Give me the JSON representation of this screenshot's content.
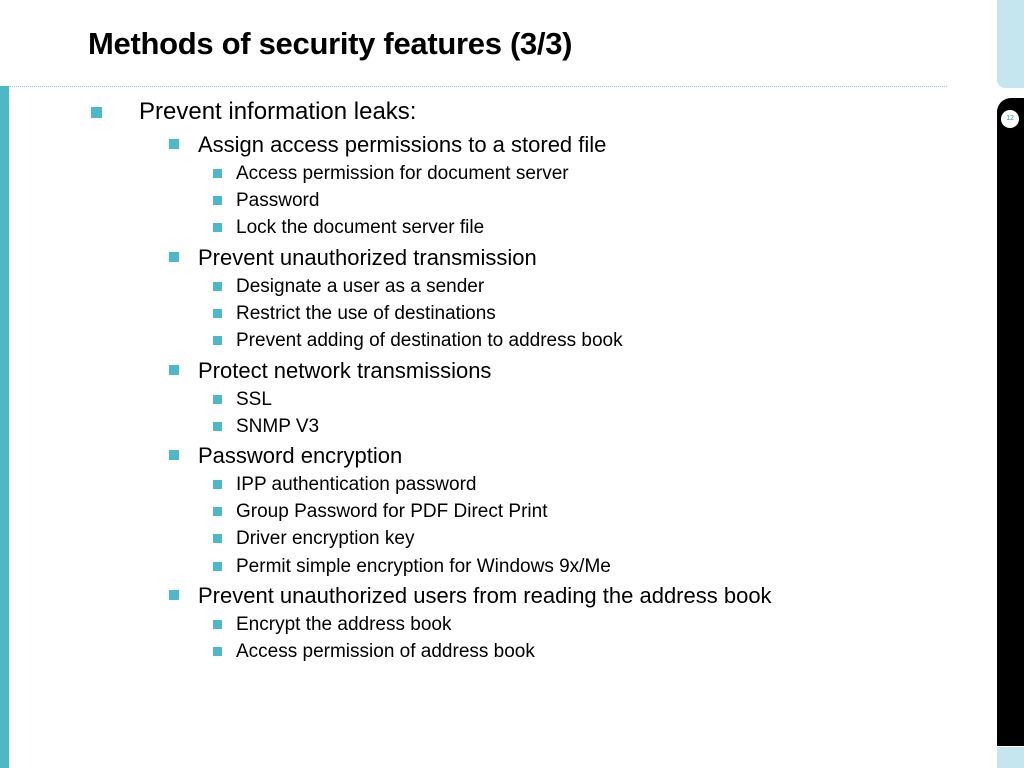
{
  "slide": {
    "title": "Methods of security features (3/3)",
    "page_number": "12"
  },
  "bullets": {
    "b0": "Prevent information leaks:",
    "b1": "Assign access permissions to a stored file",
    "b1_1": "Access permission for document server",
    "b1_2": "Password",
    "b1_3": "Lock the document server file",
    "b2": "Prevent unauthorized transmission",
    "b2_1": "Designate a user as a sender",
    "b2_2": "Restrict the use of destinations",
    "b2_3": "Prevent adding of destination to address book",
    "b3": "Protect network transmissions",
    "b3_1": "SSL",
    "b3_2": "SNMP V3",
    "b4": "Password encryption",
    "b4_1": "IPP authentication password",
    "b4_2": "Group Password for PDF Direct Print",
    "b4_3": "Driver encryption key",
    "b4_4": "Permit simple encryption for Windows 9x/Me",
    "b5": "Prevent unauthorized users from reading the address book",
    "b5_1": "Encrypt the address book",
    "b5_2": "Access permission of address book"
  },
  "colors": {
    "accent": "#4db8c9",
    "accent_light": "#c6e6ef",
    "sidebar_dark": "#000000"
  }
}
